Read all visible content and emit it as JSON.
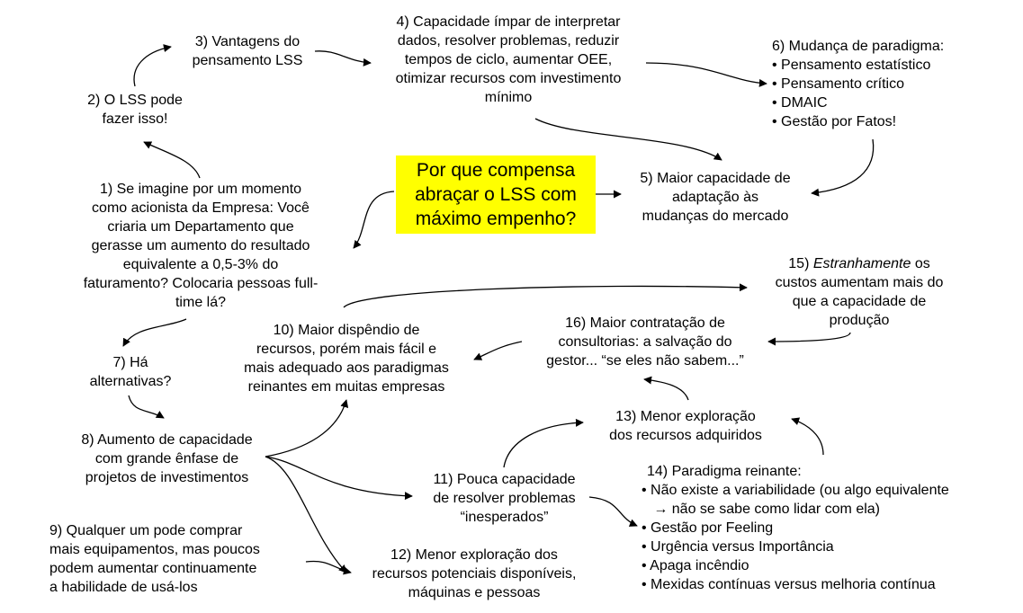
{
  "center": {
    "lines": [
      "Por que compensa",
      "abraçar o LSS com",
      "máximo empenho?"
    ],
    "color": "#ffff00"
  },
  "nodes": {
    "n1": {
      "lines": [
        "1) Se imagine por um momento",
        "como acionista da Empresa: Você",
        "criaria um Departamento que",
        "gerasse um aumento do resultado",
        "equivalente a 0,5-3% do",
        "faturamento? Colocaria pessoas full-",
        "time lá?"
      ]
    },
    "n2": {
      "lines": [
        "2) O LSS pode",
        "fazer isso!"
      ]
    },
    "n3": {
      "lines": [
        "3) Vantagens do",
        "pensamento LSS"
      ]
    },
    "n4": {
      "lines": [
        "4) Capacidade ímpar de interpretar",
        "dados, resolver problemas, reduzir",
        "tempos de ciclo, aumentar OEE,",
        "otimizar recursos com investimento",
        "mínimo"
      ]
    },
    "n5": {
      "lines": [
        "5) Maior capacidade de",
        "adaptação às",
        "mudanças do mercado"
      ]
    },
    "n6": {
      "title": "6) Mudança de paradigma:",
      "items": [
        "• Pensamento estatístico",
        "• Pensamento crítico",
        "• DMAIC",
        "• Gestão por Fatos!"
      ]
    },
    "n7": {
      "lines": [
        "7) Há",
        "alternativas?"
      ]
    },
    "n8": {
      "lines": [
        "8) Aumento de capacidade",
        "com grande ênfase de",
        "projetos de investimentos"
      ]
    },
    "n9": {
      "lines": [
        "9) Qualquer um pode comprar",
        "mais equipamentos, mas poucos",
        "podem aumentar continuamente",
        "a habilidade de usá-los"
      ]
    },
    "n10": {
      "lines": [
        "10) Maior dispêndio de",
        "recursos, porém mais fácil e",
        "mais adequado aos paradigmas",
        "reinantes em muitas empresas"
      ]
    },
    "n11": {
      "lines": [
        "11) Pouca capacidade",
        "de resolver problemas",
        "“inesperados”"
      ]
    },
    "n12": {
      "lines": [
        "12) Menor exploração dos",
        "recursos potenciais disponíveis,",
        "máquinas e pessoas"
      ]
    },
    "n13": {
      "lines": [
        "13) Menor exploração",
        "dos recursos adquiridos"
      ]
    },
    "n14": {
      "title": "14) Paradigma reinante:",
      "items": [
        "• Não existe a variabilidade (ou algo equivalente",
        "   → não se sabe como lidar com ela)",
        "• Gestão por Feeling",
        "• Urgência versus Importância",
        "• Apaga incêndio",
        "• Mexidas contínuas versus melhoria contínua"
      ]
    },
    "n15": {
      "num": "15) ",
      "emph": "Estranhamente",
      "rest": " os",
      "lines": [
        "custos aumentam mais do",
        "que a capacidade de",
        "produção"
      ]
    },
    "n16": {
      "lines": [
        "16) Maior contratação de",
        "consultorias: a salvação do",
        "gestor... “se eles não sabem...”"
      ]
    }
  }
}
